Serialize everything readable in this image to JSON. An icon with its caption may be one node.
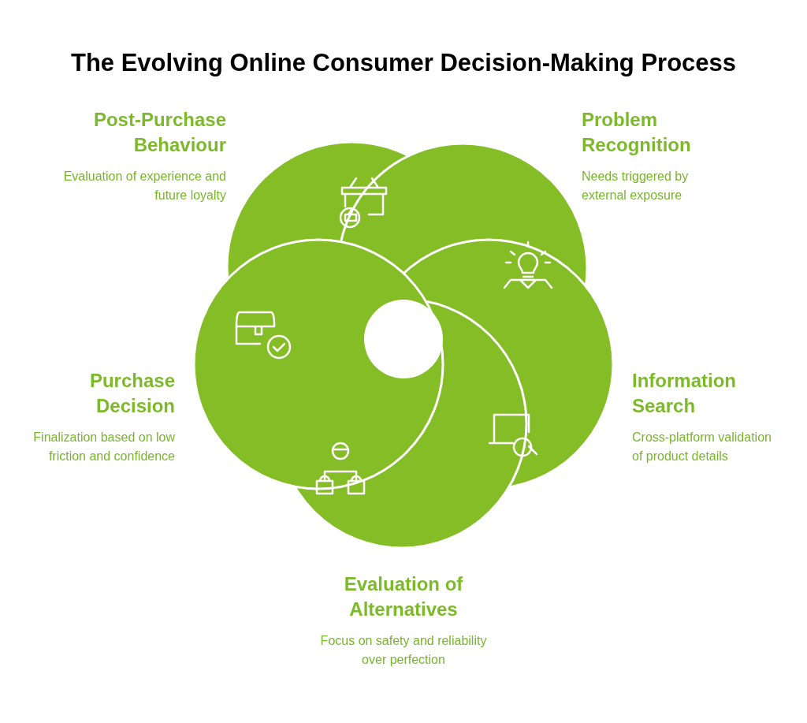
{
  "diagram": {
    "title": "The Evolving Online Consumer Decision-Making Process",
    "nodes": [
      {
        "text": [
          "Problem Recognition",
          "Needs triggered by external exposure"
        ]
      },
      {
        "text": [
          "Information Search",
          "Cross-platform validation of product details"
        ]
      },
      {
        "text": [
          "Evaluation of Alternatives",
          "Focus on safety and reliability over perfection"
        ]
      },
      {
        "text": [
          "Purchase Decision",
          "Finalization based on low friction and confidence"
        ]
      },
      {
        "text": [
          "Post-Purchase Behaviour",
          "Evaluation of experience and future loyalty"
        ]
      }
    ]
  }
}
